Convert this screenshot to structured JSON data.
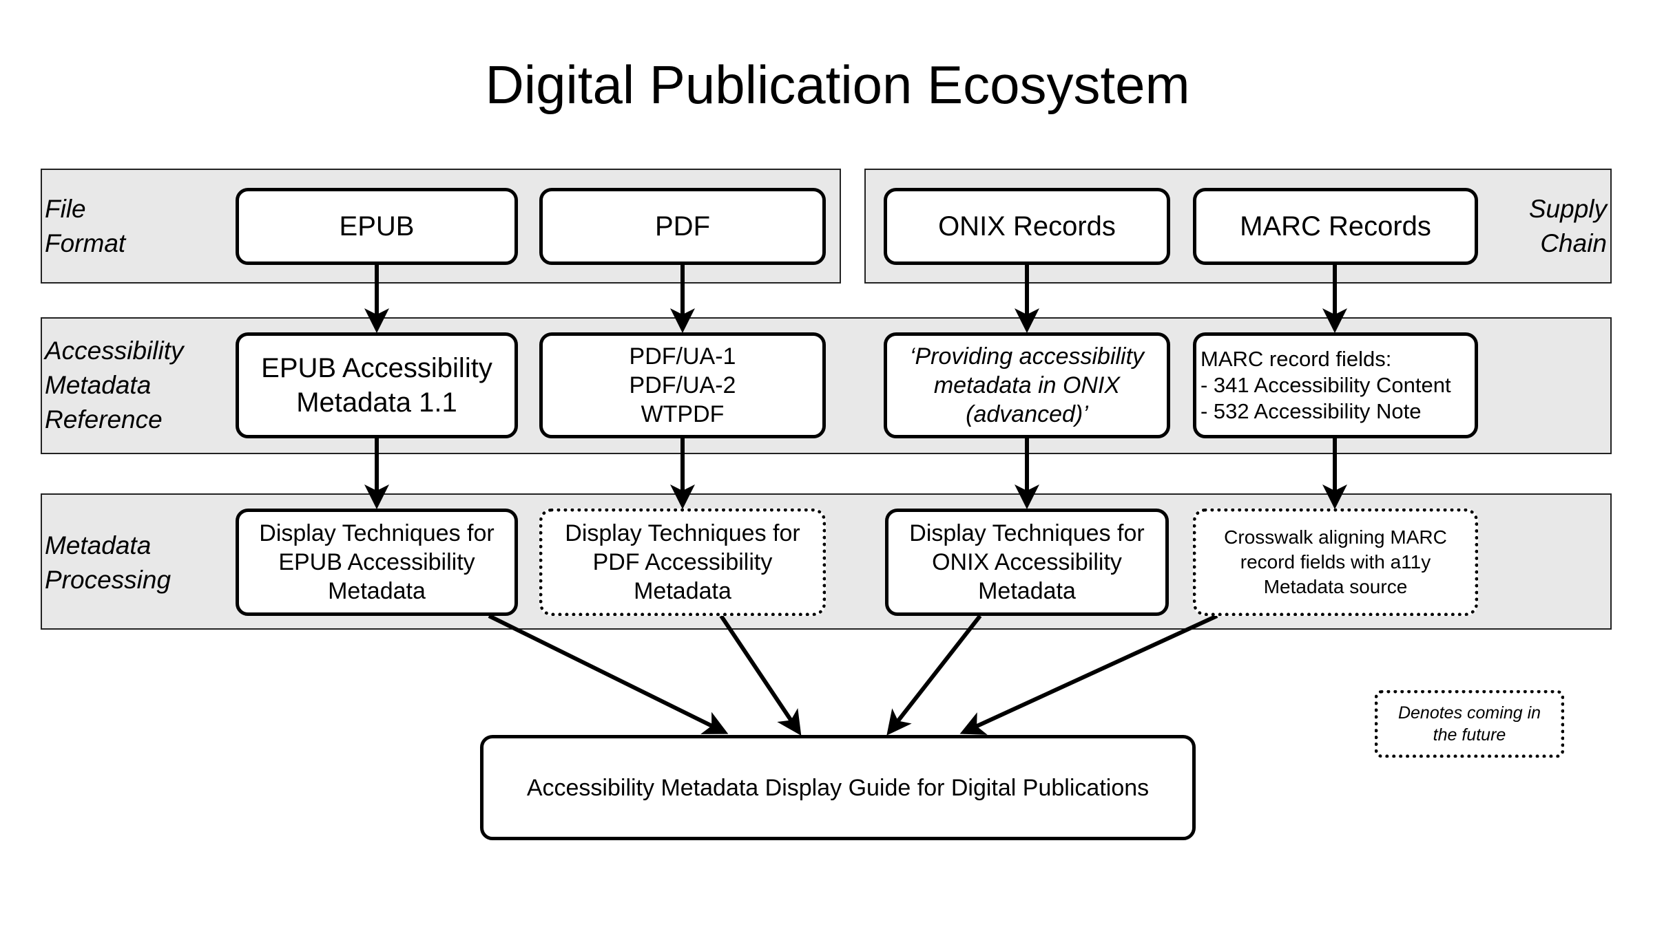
{
  "title": "Digital Publication Ecosystem",
  "rows": {
    "file_format": "File\nFormat",
    "supply_chain": "Supply\nChain",
    "reference": "Accessibility\nMetadata\nReference",
    "processing": "Metadata\nProcessing"
  },
  "formats": {
    "epub": "EPUB",
    "pdf": "PDF",
    "onix": "ONIX Records",
    "marc": "MARC Records"
  },
  "references": {
    "epub": "EPUB Accessibility\nMetadata 1.1",
    "pdf": "PDF/UA-1\nPDF/UA-2\nWTPDF",
    "onix": "‘Providing accessibility\nmetadata in ONIX\n(advanced)’",
    "marc": "MARC record fields:\n- 341 Accessibility Content\n- 532 Accessibility Note"
  },
  "processing": {
    "epub": "Display Techniques for\nEPUB Accessibility\nMetadata",
    "pdf": "Display Techniques for\nPDF Accessibility\nMetadata",
    "onix": "Display Techniques for\nONIX Accessibility\nMetadata",
    "marc": "Crosswalk aligning MARC\nrecord fields with a11y\nMetadata source"
  },
  "output": "Accessibility Metadata Display Guide for Digital Publications",
  "legend": "Denotes coming in\nthe future"
}
